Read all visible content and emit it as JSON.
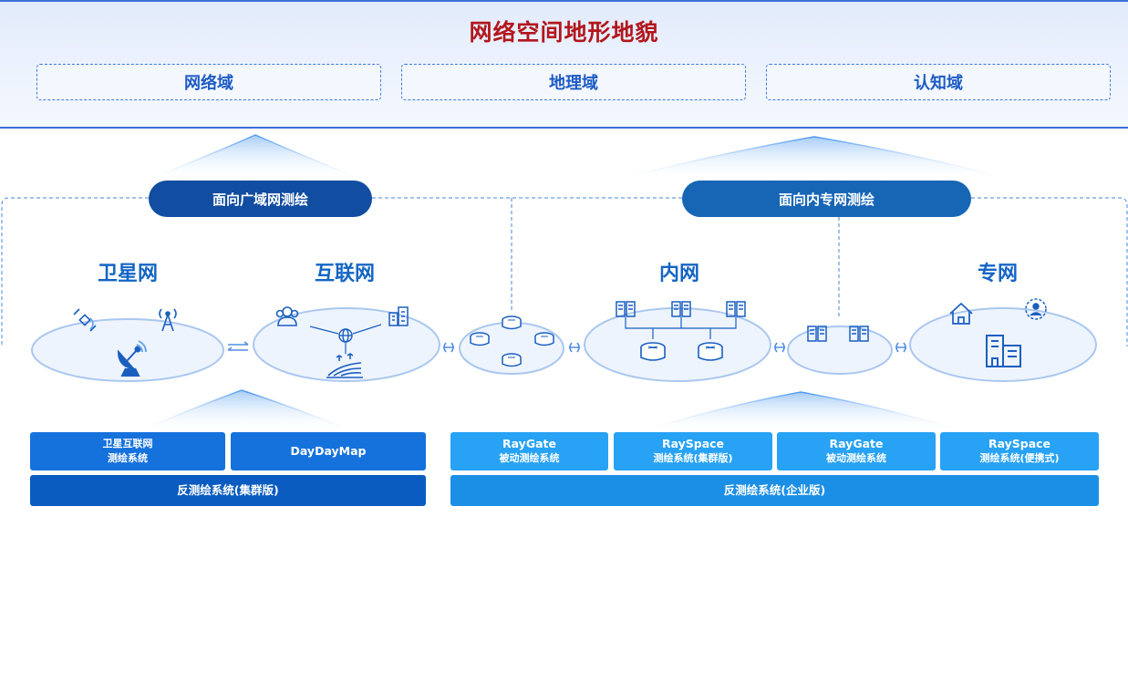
{
  "title": "网络空间地形地貌",
  "domains": [
    "网络域",
    "地理域",
    "认知域"
  ],
  "sections": {
    "wide_area": "面向广域网测绘",
    "internal": "面向内专网测绘"
  },
  "networks": {
    "satellite": "卫星网",
    "internet": "互联网",
    "intranet": "内网",
    "private": "专网"
  },
  "systems": {
    "sat_internet_line1": "卫星互联网",
    "sat_internet_line2": "测绘系统",
    "daydaymap": "DayDayMap",
    "raygate1_line1": "RayGate",
    "raygate1_line2": "被动测绘系统",
    "rayspace1_line1": "RaySpace",
    "rayspace1_line2": "测绘系统(集群版)",
    "raygate2_line1": "RayGate",
    "raygate2_line2": "被动测绘系统",
    "rayspace2_line1": "RaySpace",
    "rayspace2_line2": "测绘系统(便携式)",
    "anti_cluster": "反测绘系统(集群版)",
    "anti_enterprise": "反测绘系统(企业版)"
  },
  "colors": {
    "title": "#b3161d",
    "primary_blue": "#1465c4",
    "dark_pill": "#114da0",
    "system_dark": "#1572dc",
    "system_light": "#27a2f4",
    "anti_dark": "#0a5cc0",
    "anti_light": "#1b8fe6"
  },
  "icons": {
    "satellite": "satellite-icon",
    "antenna": "antenna-tower-icon",
    "dish": "satellite-dish-icon",
    "users": "users-icon",
    "globe": "globe-icon",
    "buildings": "buildings-icon",
    "farmland": "farmland-icon",
    "router": "router-icon",
    "server": "server-icon",
    "home": "home-icon",
    "office": "office-building-icon",
    "person_network": "person-network-icon",
    "connector": "connector-icon"
  }
}
